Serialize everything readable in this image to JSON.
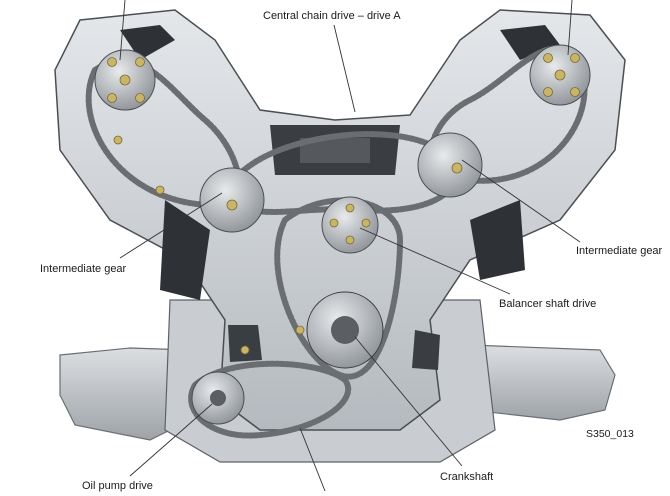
{
  "labels": {
    "central_chain_drive": "Central chain drive – drive A",
    "intermediate_gear_left": "Intermediate gear",
    "intermediate_gear_right": "Intermediate gear",
    "balancer_shaft_drive": "Balancer shaft drive",
    "oil_pump_drive": "Oil pump drive",
    "crankshaft": "Crankshaft",
    "figure_code": "S350_013"
  },
  "colors": {
    "background": "#ffffff",
    "engine_light": "#d6d9dc",
    "engine_mid": "#a9aeb3",
    "engine_dark": "#2e3236",
    "chain": "#6b6e70",
    "bolt_gold": "#c8b46a",
    "leader_line": "#333333"
  }
}
